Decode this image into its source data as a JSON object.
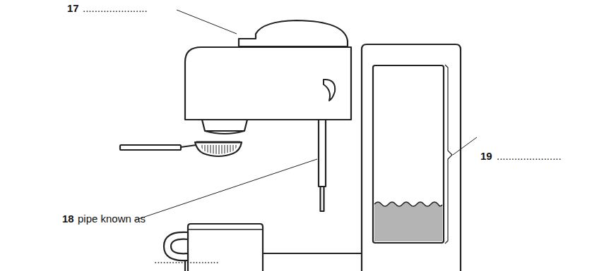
{
  "diagram": {
    "labels": [
      "17",
      "......................",
      "18",
      "pipe known as",
      "......................",
      "19",
      "......................"
    ]
  }
}
